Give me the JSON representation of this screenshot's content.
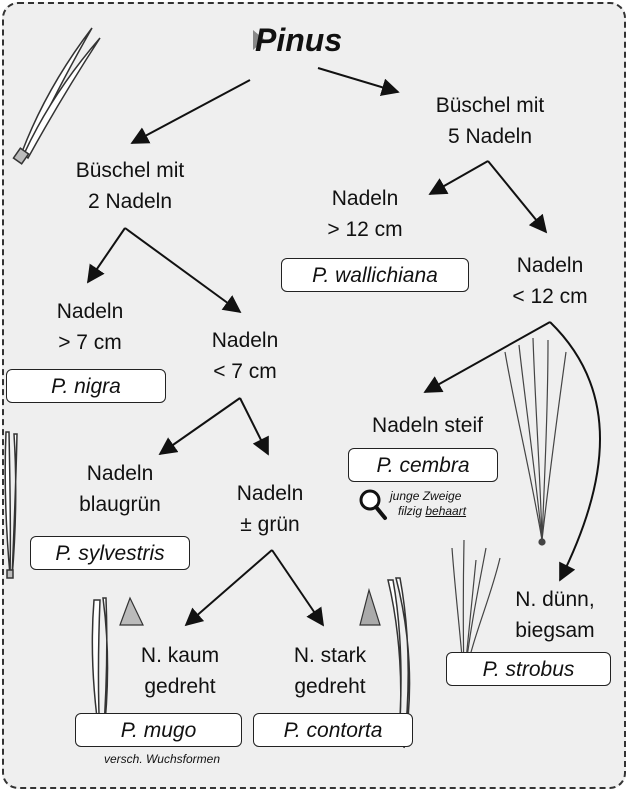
{
  "title": "Pinus",
  "nodes": {
    "five_needles": [
      "Büschel mit",
      "5 Nadeln"
    ],
    "two_needles": [
      "Büschel mit",
      "2 Nadeln"
    ],
    "long_12": [
      "Nadeln",
      "> 12 cm"
    ],
    "short_12": [
      "Nadeln",
      "< 12 cm"
    ],
    "long_7": [
      "Nadeln",
      "> 7 cm"
    ],
    "short_7": [
      "Nadeln",
      "< 7 cm"
    ],
    "stiff": "Nadeln steif",
    "blue_green": [
      "Nadeln",
      "blaugrün"
    ],
    "green": [
      "Nadeln",
      "± grün"
    ],
    "thin": [
      "N. dünn,",
      "biegsam"
    ],
    "barely_twisted": [
      "N. kaum",
      "gedreht"
    ],
    "strongly_twisted": [
      "N. stark",
      "gedreht"
    ]
  },
  "species": {
    "wallichiana": "P. wallichiana",
    "nigra": "P. nigra",
    "cembra": "P. cembra",
    "sylvestris": "P. sylvestris",
    "strobus": "P. strobus",
    "mugo": "P. mugo",
    "contorta": "P. contorta"
  },
  "notes": {
    "cembra_note_1": "junge Zweige",
    "cembra_note_2": "filzig",
    "cembra_note_3": "behaart",
    "mugo_note": "versch. Wuchsformen"
  },
  "icons": [
    "play-icon",
    "magnifier-icon",
    "needle-illustration",
    "cone-scale-icon"
  ]
}
